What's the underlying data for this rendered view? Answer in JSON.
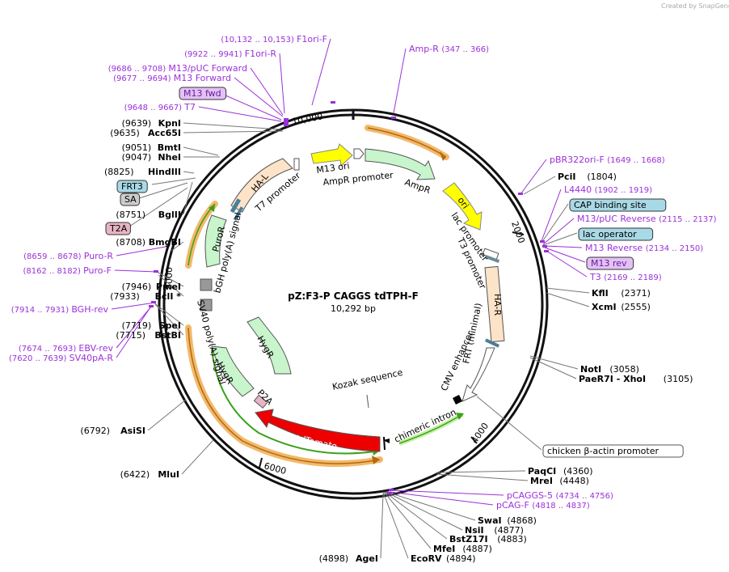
{
  "watermark": "Created by SnapGene",
  "plasmid": {
    "name": "pZ:F3-P CAGGS tdTPH-F",
    "size": "10,292 bp",
    "length": 10292
  },
  "ticks": [
    {
      "label": "2000",
      "bp": 2000
    },
    {
      "label": "4000",
      "bp": 4000
    },
    {
      "label": "6000",
      "bp": 6000
    },
    {
      "label": "8000",
      "bp": 8000
    },
    {
      "label": "10,000",
      "bp": 10000
    }
  ],
  "enzymes": [
    {
      "name": "KpnI",
      "pos": "(9639)",
      "side": "left"
    },
    {
      "name": "Acc65I",
      "pos": "(9635)",
      "side": "left"
    },
    {
      "name": "BmtI",
      "pos": "(9051)",
      "side": "left"
    },
    {
      "name": "NheI",
      "pos": "(9047)",
      "side": "left"
    },
    {
      "name": "HindIII",
      "pos": "(8825)",
      "side": "left"
    },
    {
      "name": "BglII",
      "pos": "(8751)",
      "side": "left"
    },
    {
      "name": "BmgBI",
      "pos": "(8708)",
      "side": "left"
    },
    {
      "name": "PmeI",
      "pos": "(7946)",
      "side": "left"
    },
    {
      "name": "BclI *",
      "pos": "(7933)",
      "side": "left"
    },
    {
      "name": "SpeI",
      "pos": "(7719)",
      "side": "left"
    },
    {
      "name": "BstBI",
      "pos": "(7715)",
      "side": "left"
    },
    {
      "name": "AsiSI",
      "pos": "(6792)",
      "side": "left"
    },
    {
      "name": "MluI",
      "pos": "(6422)",
      "side": "left"
    },
    {
      "name": "AgeI",
      "pos": "(4898)",
      "side": "left"
    },
    {
      "name": "PciI",
      "pos": "(1804)",
      "side": "right"
    },
    {
      "name": "KflI",
      "pos": "(2371)",
      "side": "right"
    },
    {
      "name": "XcmI",
      "pos": "(2555)",
      "side": "right"
    },
    {
      "name": "NotI",
      "pos": "(3058)",
      "side": "right"
    },
    {
      "name": "PaeR7I - XhoI",
      "pos": "(3105)",
      "side": "right"
    },
    {
      "name": "PaqCI",
      "pos": "(4360)",
      "side": "right"
    },
    {
      "name": "MreI",
      "pos": "(4448)",
      "side": "right"
    },
    {
      "name": "SwaI",
      "pos": "(4868)",
      "side": "right"
    },
    {
      "name": "NsiI",
      "pos": "(4877)",
      "side": "right"
    },
    {
      "name": "BstZ17I",
      "pos": "(4883)",
      "side": "right"
    },
    {
      "name": "MfeI",
      "pos": "(4887)",
      "side": "right"
    },
    {
      "name": "EcoRV",
      "pos": "(4894)",
      "side": "right"
    }
  ],
  "primers": [
    {
      "name": "F1ori-F",
      "range": "(10,132 .. 10,153)"
    },
    {
      "name": "F1ori-R",
      "range": "(9922 .. 9941)"
    },
    {
      "name": "M13/pUC Forward",
      "range": "(9686 .. 9708)"
    },
    {
      "name": "M13 Forward",
      "range": "(9677 .. 9694)"
    },
    {
      "name": "M13 fwd",
      "range": ""
    },
    {
      "name": "T7",
      "range": "(9648 .. 9667)"
    },
    {
      "name": "Puro-R",
      "range": "(8659 .. 8678)"
    },
    {
      "name": "Puro-F",
      "range": "(8162 .. 8182)"
    },
    {
      "name": "BGH-rev",
      "range": "(7914 .. 7931)"
    },
    {
      "name": "EBV-rev",
      "range": "(7674 .. 7693)"
    },
    {
      "name": "SV40pA-R",
      "range": "(7620 .. 7639)"
    },
    {
      "name": "Amp-R",
      "range": "(347 .. 366)"
    },
    {
      "name": "pBR322ori-F",
      "range": "(1649 .. 1668)"
    },
    {
      "name": "L4440",
      "range": "(1902 .. 1919)"
    },
    {
      "name": "M13/pUC Reverse",
      "range": "(2115 .. 2137)"
    },
    {
      "name": "M13 Reverse",
      "range": "(2134 .. 2150)"
    },
    {
      "name": "M13 rev",
      "range": ""
    },
    {
      "name": "T3",
      "range": "(2169 .. 2189)"
    },
    {
      "name": "pCAGGS-5",
      "range": "(4734 .. 4756)"
    },
    {
      "name": "pCAG-F",
      "range": "(4818 .. 4837)"
    }
  ],
  "site_tags": [
    {
      "name": "FRT3"
    },
    {
      "name": "SA"
    },
    {
      "name": "T2A"
    },
    {
      "name": "CAP binding site"
    },
    {
      "name": "lac operator"
    },
    {
      "name": "chicken β-actin promoter"
    }
  ],
  "features": [
    {
      "name": "M13 ori"
    },
    {
      "name": "AmpR promoter"
    },
    {
      "name": "AmpR"
    },
    {
      "name": "ori"
    },
    {
      "name": "lac promoter"
    },
    {
      "name": "T3 promoter"
    },
    {
      "name": "HA-R"
    },
    {
      "name": "FRT (minimal)"
    },
    {
      "name": "CMV enhancer"
    },
    {
      "name": "chimeric intron"
    },
    {
      "name": "Kozak sequence"
    },
    {
      "name": "tdTomato"
    },
    {
      "name": "P2A"
    },
    {
      "name": "HygR"
    },
    {
      "name": "HygR"
    },
    {
      "name": "SV40 poly(A) signal"
    },
    {
      "name": "bGH poly(A) signal"
    },
    {
      "name": "PuroR"
    },
    {
      "name": "T7 promoter"
    },
    {
      "name": "HA-L"
    }
  ],
  "colors": {
    "primer": "#9b30d9",
    "amp": "#c8f5cc",
    "ori": "#ffff00",
    "arm": "#fde3c8",
    "tdtomato": "#ee0000",
    "orf_glow": "#f3b86a",
    "orf_line": "#3aa11a",
    "tag_blue": "#a8d9e6",
    "tag_pink": "#e8b4c4",
    "tag_grey": "#cccccc",
    "tag_purple": "#e3c1f5"
  }
}
